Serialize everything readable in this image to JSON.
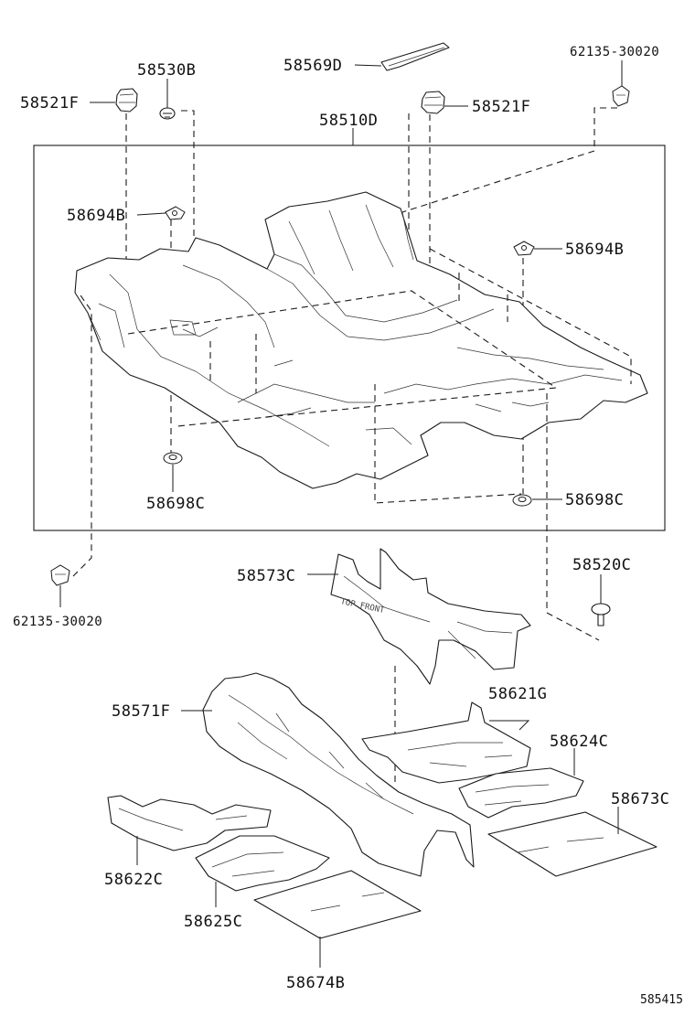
{
  "labels": {
    "p58530B": "58530B",
    "p58521F_left": "58521F",
    "p58569D": "58569D",
    "p58521F_right": "58521F",
    "p62135_top": "62135-30020",
    "p58510D": "58510D",
    "p58694B_left": "58694B",
    "p58694B_right": "58694B",
    "p58698C_left": "58698C",
    "p58698C_right": "58698C",
    "p62135_bottom": "62135-30020",
    "p58520C": "58520C",
    "p58573C": "58573C",
    "p58571F": "58571F",
    "p58621G": "58621G",
    "p58624C": "58624C",
    "p58673C": "58673C",
    "p58622C": "58622C",
    "p58625C": "58625C",
    "p58674B": "58674B"
  },
  "reference_number": "585415"
}
